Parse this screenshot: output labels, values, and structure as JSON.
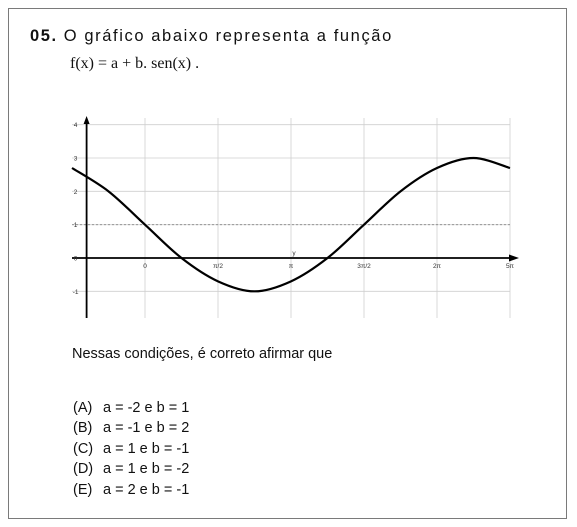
{
  "question": {
    "number": "05.",
    "text": "O gráfico abaixo representa a função",
    "formula": "f(x) = a + b. sen(x) ."
  },
  "chart_data": {
    "type": "line",
    "function": "f(x) = 1 - 2·sen(x)",
    "x_tick_labels": [
      "0",
      "π/2",
      "π",
      "3π/2",
      "2π",
      "5π"
    ],
    "y_tick_labels": [
      "4",
      "3",
      "2",
      "1",
      "0",
      "-1"
    ],
    "x_axis_label": "y",
    "xlim": [
      -1.0,
      5.0
    ],
    "ylim": [
      -1.8,
      4.2
    ],
    "grid": true,
    "series": [
      {
        "x": [
          -1.0,
          -0.5,
          0.0,
          0.5,
          1.0,
          1.5,
          2.0,
          2.5,
          3.0,
          3.5,
          4.0,
          4.5,
          5.0
        ],
        "y": [
          2.7,
          2.0,
          1.0,
          0.0,
          -0.7,
          -1.0,
          -0.7,
          0.0,
          1.0,
          2.0,
          2.7,
          3.0,
          2.7
        ]
      }
    ]
  },
  "prompt": "Nessas condições, é correto afirmar que",
  "options": [
    {
      "letter": "(A)",
      "text": "a = -2 e b = 1"
    },
    {
      "letter": "(B)",
      "text": "a = -1 e b = 2"
    },
    {
      "letter": "(C)",
      "text": "a = 1 e b = -1"
    },
    {
      "letter": "(D)",
      "text": "a = 1 e b = -2"
    },
    {
      "letter": "(E)",
      "text": "a = 2 e b = -1"
    }
  ]
}
